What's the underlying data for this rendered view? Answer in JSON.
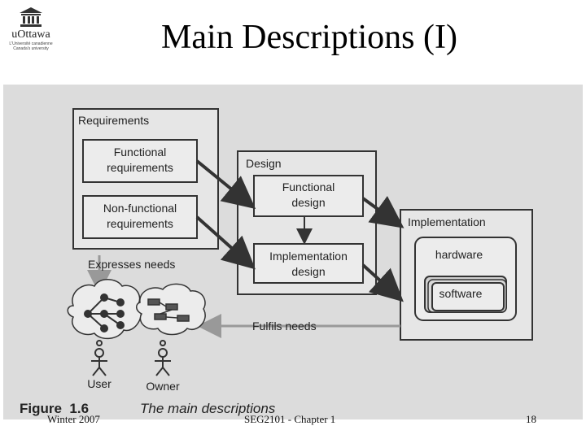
{
  "logo": {
    "name": "uOttawa",
    "tagline": [
      "L'Université canadienne",
      "Canada's university"
    ]
  },
  "slide": {
    "title": "Main Descriptions (I)"
  },
  "diagram": {
    "requirements": {
      "title": "Requirements",
      "functional": [
        "Functional",
        "requirements"
      ],
      "nonfunctional": [
        "Non-functional",
        "requirements"
      ]
    },
    "design": {
      "title": "Design",
      "functional": [
        "Functional",
        "design"
      ],
      "implementation": [
        "Implementation",
        "design"
      ]
    },
    "implementation": {
      "title": "Implementation",
      "hardware": "hardware",
      "software": "software"
    },
    "expresses": "Expresses needs",
    "fulfils": "Fulfils needs",
    "user": "User",
    "owner": "Owner",
    "figure_label": "Figure  1.6",
    "figure_caption": "The main descriptions"
  },
  "footer": {
    "left": "Winter 2007",
    "center": "SEG2101 - Chapter 1",
    "right": "18"
  }
}
